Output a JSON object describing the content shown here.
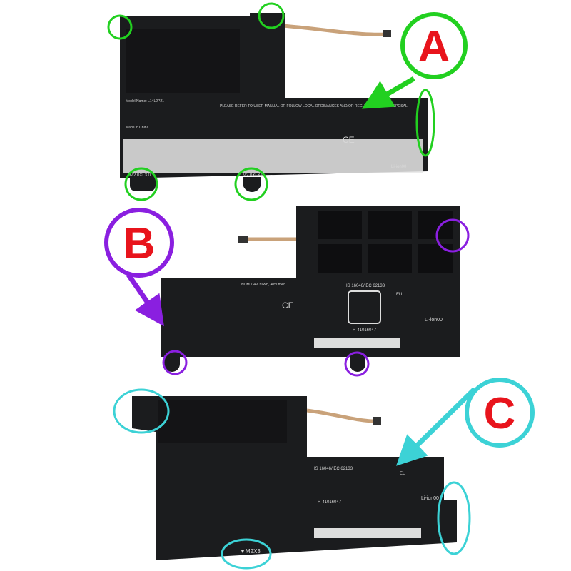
{
  "colors": {
    "background": "#ffffff",
    "battery": "#1b1c1e",
    "label_letter": "#e8141c",
    "a": "#22d020",
    "b": "#8a1fe0",
    "c": "#3cd2d6",
    "cable": "#c9a27a"
  },
  "callouts": [
    {
      "letter": "A",
      "color": "#22d020"
    },
    {
      "letter": "B",
      "color": "#8a1fe0"
    },
    {
      "letter": "C",
      "color": "#3cd2d6"
    }
  ],
  "battery_a": {
    "disposal_text": "PLEASE REFER TO USER MANUAL OR FOLLOW LOCAL ORDINANCES AND/OR REGULATIONS FOR DISPOSAL",
    "rating_text": "Model Name: L14L2P21",
    "made_in": "Made in China",
    "screw_left": "M2.0XL3.0",
    "screw_right": "M2.0XL3.0",
    "ce": "CE",
    "li_ion": "Li-ion00"
  },
  "battery_b": {
    "standard": "IS 16046/IEC 62133",
    "reg_no": "R-41016047",
    "ce": "CE",
    "eu": "EU",
    "li_ion": "Li-ion00",
    "nom_text": "NOM 7.4V 30Wh, 4050mAh"
  },
  "battery_c": {
    "standard": "IS 16046/IEC 62133",
    "reg_no": "R-41016047",
    "eu": "EU",
    "li_ion": "Li-ion00",
    "screw": "▼M2X3"
  }
}
